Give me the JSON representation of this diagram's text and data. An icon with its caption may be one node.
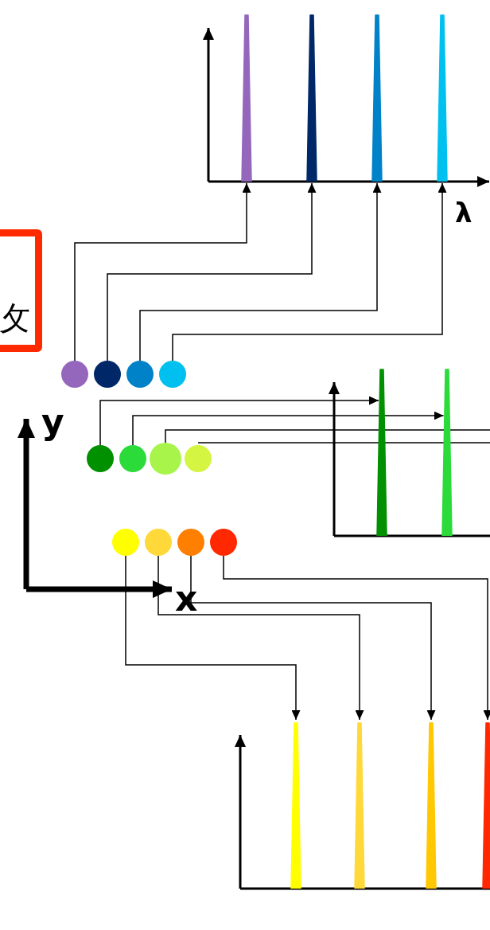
{
  "diagram": {
    "nodes": [
      {
        "text": [
          "攵"
        ]
      },
      {
        "text": [],
        "shape": "circle"
      },
      {
        "text": [],
        "shape": "circle"
      },
      {
        "text": [],
        "shape": "circle"
      },
      {
        "text": [],
        "shape": "circle"
      },
      {
        "text": [],
        "shape": "circle"
      },
      {
        "text": [],
        "shape": "circle"
      },
      {
        "text": [],
        "shape": "circle"
      },
      {
        "text": [],
        "shape": "circle"
      },
      {
        "text": [],
        "shape": "circle"
      },
      {
        "text": [],
        "shape": "circle"
      },
      {
        "text": [],
        "shape": "circle"
      },
      {
        "text": [],
        "shape": "circle"
      },
      {
        "text": [],
        "shape": "bar"
      },
      {
        "text": [],
        "shape": "bar"
      },
      {
        "text": [],
        "shape": "bar"
      },
      {
        "text": [],
        "shape": "bar"
      },
      {
        "text": [],
        "shape": "bar"
      },
      {
        "text": [],
        "shape": "bar"
      },
      {
        "text": [],
        "shape": "bar"
      },
      {
        "text": [],
        "shape": "bar"
      },
      {
        "text": [],
        "shape": "bar"
      },
      {
        "text": [],
        "shape": "bar"
      }
    ],
    "edges": [
      {
        "from": 1,
        "to": 13,
        "arrow": "to"
      },
      {
        "from": 2,
        "to": 14,
        "arrow": "to"
      },
      {
        "from": 3,
        "to": 15,
        "arrow": "to"
      },
      {
        "from": 4,
        "to": 16,
        "arrow": "to"
      },
      {
        "from": 5,
        "to": 17,
        "arrow": "to"
      },
      {
        "from": 6,
        "to": 18,
        "arrow": "to"
      },
      {
        "from": 7,
        "to": null,
        "arrow": "none"
      },
      {
        "from": 8,
        "to": null,
        "arrow": "none"
      },
      {
        "from": 9,
        "to": 19,
        "arrow": "to"
      },
      {
        "from": 10,
        "to": 20,
        "arrow": "to"
      },
      {
        "from": 11,
        "to": 21,
        "arrow": "to"
      },
      {
        "from": 12,
        "to": 22,
        "arrow": "to"
      }
    ],
    "labels": [
      "λ",
      "y",
      "x"
    ]
  }
}
